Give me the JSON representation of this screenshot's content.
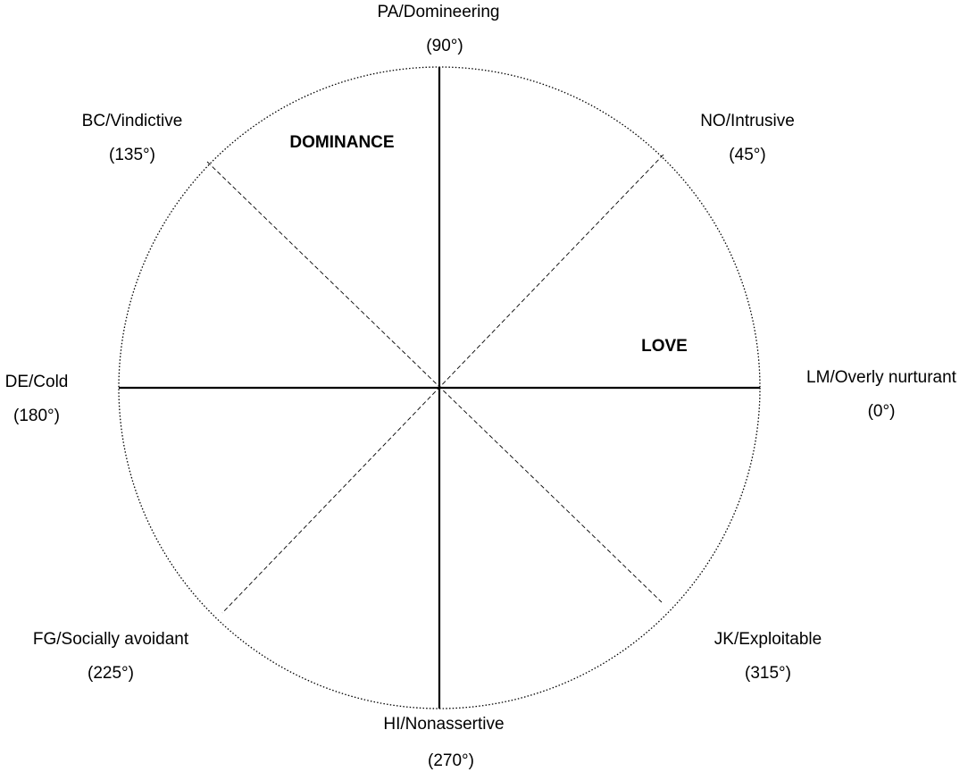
{
  "diagram": {
    "axis_labels": {
      "dominance": "DOMINANCE",
      "love": "LOVE"
    },
    "octants": [
      {
        "id": "pa",
        "name": "PA/Domineering",
        "angle": "(90°)"
      },
      {
        "id": "no",
        "name": "NO/Intrusive",
        "angle": "(45°)"
      },
      {
        "id": "lm",
        "name": "LM/Overly nurturant",
        "angle": "(0°)"
      },
      {
        "id": "jk",
        "name": "JK/Exploitable",
        "angle": "(315°)"
      },
      {
        "id": "hi",
        "name": "HI/Nonassertive",
        "angle": "(270°)"
      },
      {
        "id": "fg",
        "name": "FG/Socially avoidant",
        "angle": "(225°)"
      },
      {
        "id": "de",
        "name": "DE/Cold",
        "angle": "(180°)"
      },
      {
        "id": "bc",
        "name": "BC/Vindictive",
        "angle": "(135°)"
      }
    ]
  }
}
